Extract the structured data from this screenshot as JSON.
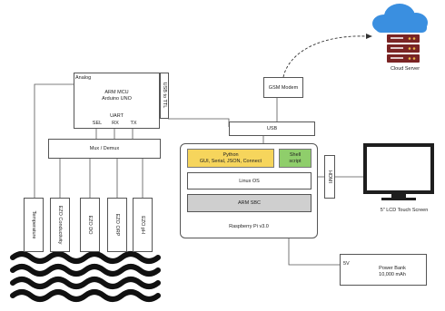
{
  "cloud": {
    "label": "Cloud Server"
  },
  "gsm": {
    "label": "GSM Modem"
  },
  "arm_mcu": {
    "line1": "ARM MCU",
    "line2": "Arduino UNO",
    "uart": "UART",
    "pins": [
      "SEL",
      "RX",
      "TX"
    ],
    "analog_label": "Analog"
  },
  "usb_ttl": {
    "label": "USB to TTL"
  },
  "usb_bar": {
    "label": "USB"
  },
  "mux": {
    "label": "Mux / Demux"
  },
  "sensors": [
    {
      "label": "Temperature"
    },
    {
      "label": "EZO Conductivity"
    },
    {
      "label": "EZO DO"
    },
    {
      "label": "EZO ORP"
    },
    {
      "label": "EZO pH"
    }
  ],
  "rpi": {
    "python_line1": "Python",
    "python_line2": "GUI, Serial, JSON, Connect",
    "shell_line1": "Shell",
    "shell_line2": "script",
    "linux": "Linux OS",
    "arm_sbc": "ARM SBC",
    "title": "Raspberry Pi v3.0"
  },
  "hdmi": {
    "label": "HDMI"
  },
  "lcd": {
    "label": "5\" LCD Touch Screen"
  },
  "power": {
    "volt": "5V",
    "line1": "Power Bank",
    "line2": "10,000 mAh"
  },
  "colors": {
    "python_fill": "#f6d55c",
    "shell_fill": "#8fce6b",
    "sbc_fill": "#cfcfcf",
    "cloud_fill": "#3a8fe0",
    "server_fill": "#7a2424",
    "server_dot": "#e8b84a"
  }
}
